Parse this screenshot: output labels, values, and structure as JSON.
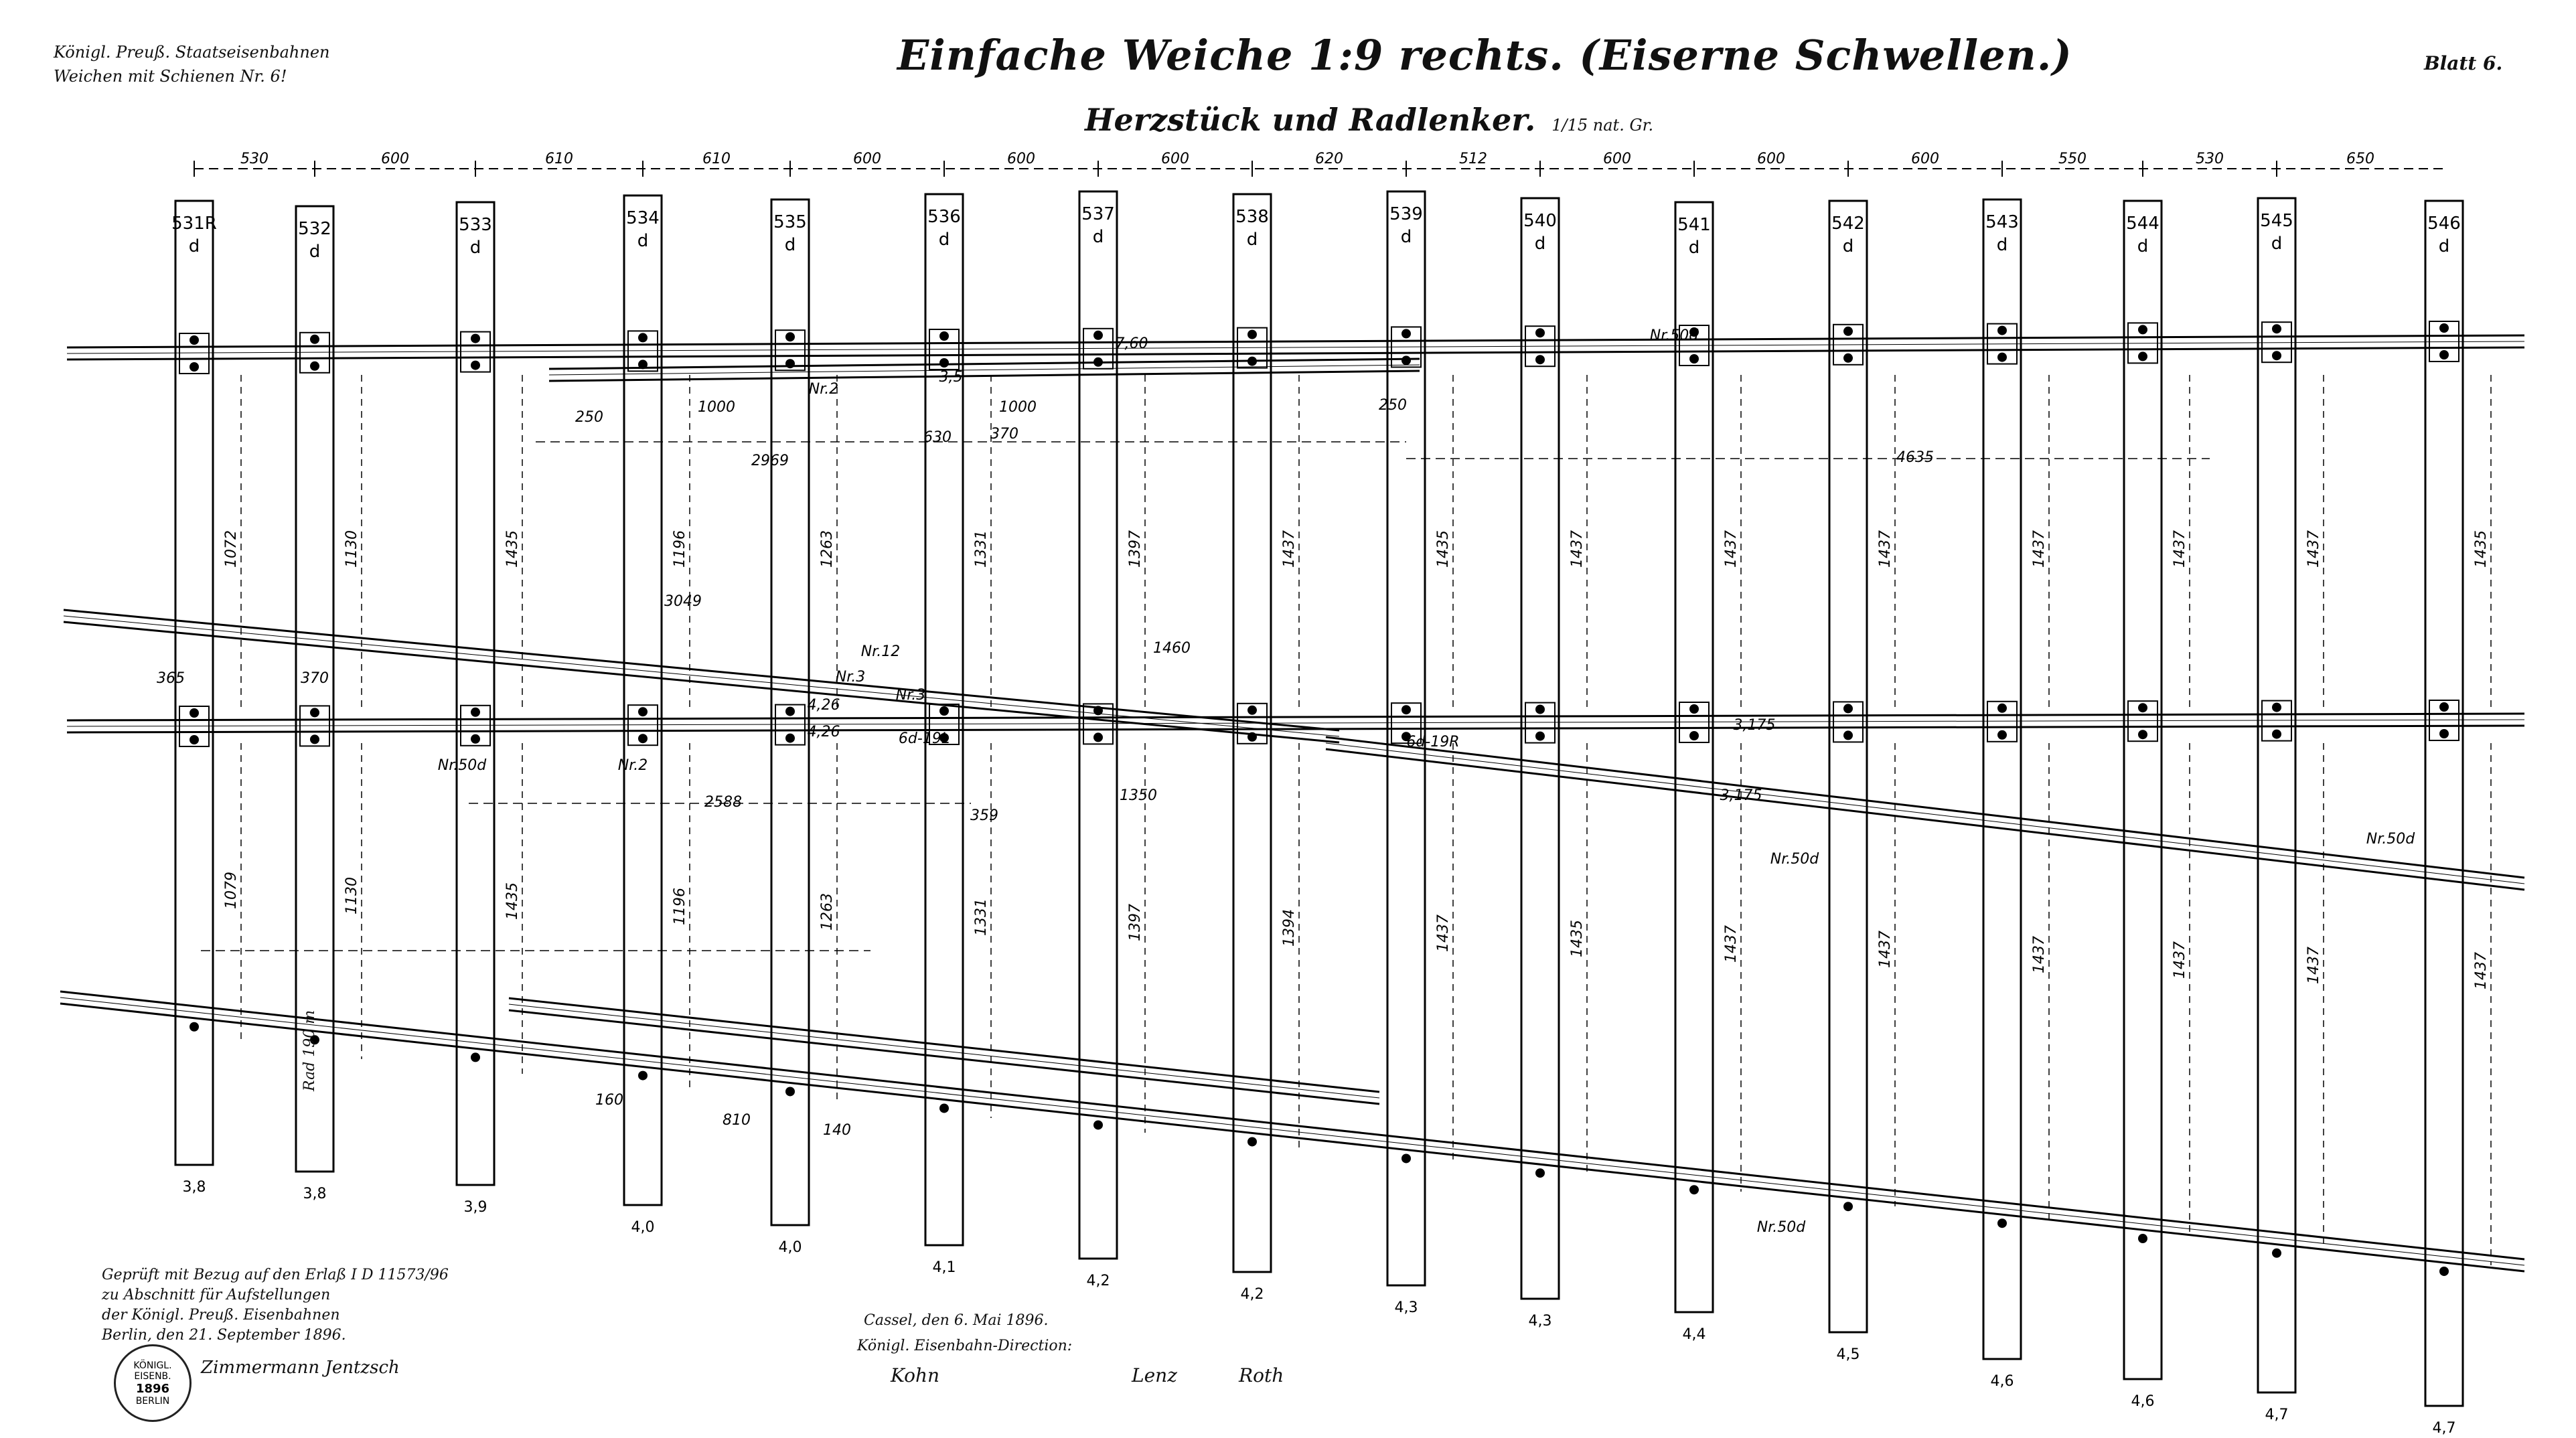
{
  "header": {
    "title": "Einfache Weiche 1:9 rechts. (Eiserne Schwellen.)",
    "subtitle": "Herzstück und Radlenker.",
    "subtitle_scale": "1/15 nat. Gr.",
    "issuer_line1": "Königl. Preuß. Staatseisenbahnen",
    "issuer_line2": "Weichen mit Schienen Nr. 6!",
    "sheet_number": "Blatt 6."
  },
  "sleepers": [
    {
      "label": "531R",
      "type": "d",
      "weight": "3,8"
    },
    {
      "label": "532",
      "type": "d",
      "weight": "3,8"
    },
    {
      "label": "533",
      "type": "d",
      "weight": "3,9"
    },
    {
      "label": "534",
      "type": "d",
      "weight": "4,0"
    },
    {
      "label": "535",
      "type": "d",
      "weight": "4,0"
    },
    {
      "label": "536",
      "type": "d",
      "weight": "4,1"
    },
    {
      "label": "537",
      "type": "d",
      "weight": "4,2"
    },
    {
      "label": "538",
      "type": "d",
      "weight": "4,2"
    },
    {
      "label": "539",
      "type": "d",
      "weight": "4,3"
    },
    {
      "label": "540",
      "type": "d",
      "weight": "4,3"
    },
    {
      "label": "541",
      "type": "d",
      "weight": "4,4"
    },
    {
      "label": "542",
      "type": "d",
      "weight": "4,5"
    },
    {
      "label": "543",
      "type": "d",
      "weight": "4,6"
    },
    {
      "label": "544",
      "type": "d",
      "weight": "4,6"
    },
    {
      "label": "545",
      "type": "d",
      "weight": "4,7"
    },
    {
      "label": "546",
      "type": "d",
      "weight": "4,7"
    }
  ],
  "spacing_dims": [
    "530",
    "600",
    "610",
    "610",
    "600",
    "600",
    "600",
    "620",
    "512",
    "600",
    "600",
    "600",
    "550",
    "530",
    "650"
  ],
  "upper_gauge_dims": [
    "1072",
    "1130",
    "1435",
    "1196",
    "1263",
    "1331",
    "1397",
    "1437",
    "1435",
    "1437",
    "1437",
    "1437",
    "1437",
    "1437",
    "1437",
    "1435",
    "1437",
    "1437"
  ],
  "lower_gauge_dims": [
    "1079",
    "1130",
    "1435",
    "1196",
    "1263",
    "1331",
    "1397",
    "1394",
    "1437",
    "1435",
    "1437",
    "1437",
    "1437",
    "1437",
    "1437",
    "1437",
    "1435",
    "1437",
    "1437"
  ],
  "plan_dims": [
    "250",
    "1000",
    "2969",
    "630",
    "370",
    "1000",
    "250",
    "4635",
    "3049",
    "1460",
    "2588",
    "359",
    "1350",
    "3,175",
    "3,175",
    "4,26",
    "4,26",
    "7,60",
    "3,5",
    "365",
    "370",
    "810",
    "140",
    "160"
  ],
  "fastening_marks": [
    "Nr.50d",
    "Nr.50d",
    "Nr.50d",
    "Nr.50d",
    "Nr.50d",
    "Nr.3",
    "Nr.2",
    "Nr.3",
    "Nr.2",
    "6d-19L",
    "6d-19R",
    "Nr.12"
  ],
  "curve_note": "Rad 190 m",
  "approval_note": [
    "Geprüft mit Bezug auf den Erlaß I D 11573/96",
    "zu Abschnitt für Aufstellungen",
    "der Königl. Preuß. Eisenbahnen",
    "Berlin, den 21. September 1896."
  ],
  "approval_signatures": "Zimmermann    Jentzsch",
  "stamp_text": [
    "KÖNIGL. EISENB.",
    "1896",
    "BERLIN"
  ],
  "place_date": "Cassel, den 6. Mai 1896.",
  "directorate": "Königl. Eisenbahn-Direction:",
  "signatures": [
    "Kohn",
    "Lenz",
    "Roth"
  ],
  "colors": {
    "ink": "#000000",
    "paper": "#ffffff"
  }
}
